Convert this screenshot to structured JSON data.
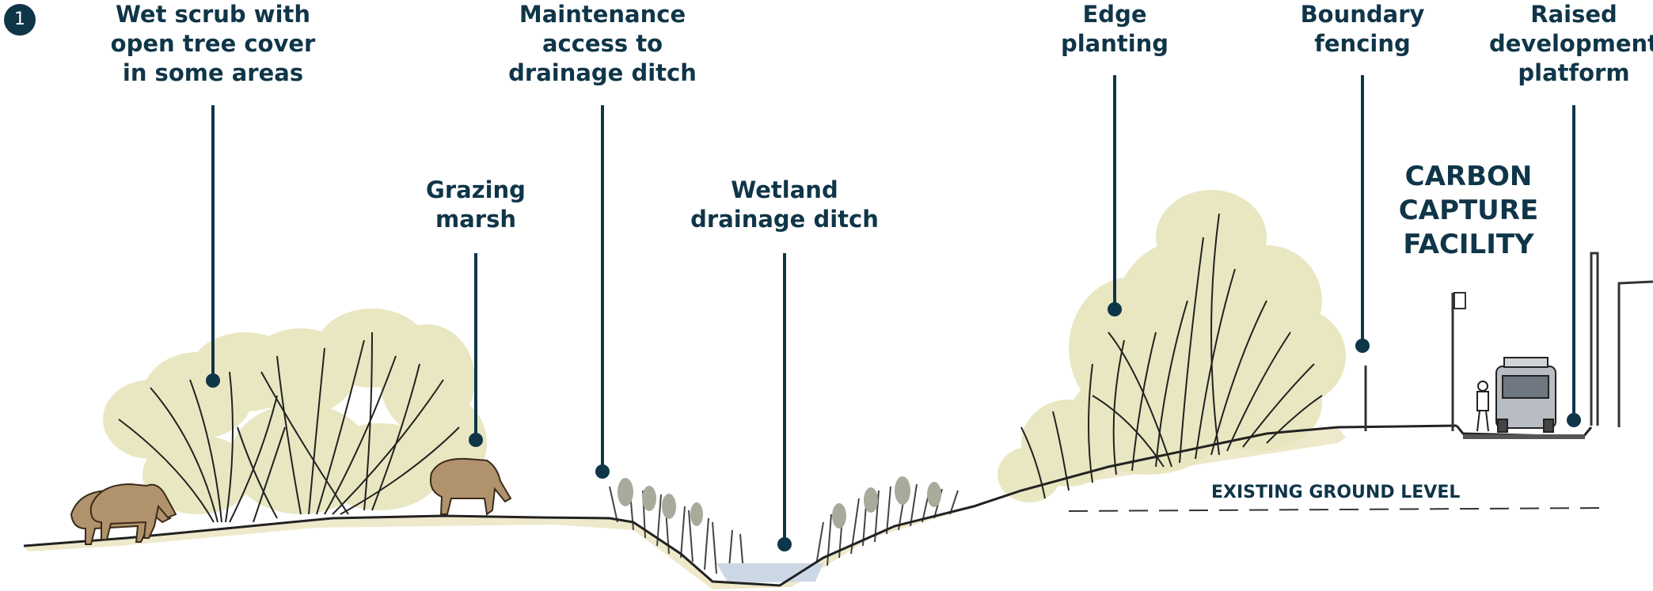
{
  "section_number": "1",
  "colors": {
    "navy": "#0f3548",
    "foliage": "#e8e6be",
    "horse": "#b0936c",
    "water": "#cdd8e6",
    "reeds": "#a7ab9c",
    "ground": "#efe9cc"
  },
  "labels": {
    "wet_scrub": [
      "Wet scrub with",
      "open tree cover",
      "in some areas"
    ],
    "grazing_marsh": [
      "Grazing",
      "marsh"
    ],
    "maintenance_access": [
      "Maintenance",
      "access to",
      "drainage ditch"
    ],
    "wetland_ditch": [
      "Wetland",
      "drainage ditch"
    ],
    "edge_planting": [
      "Edge",
      "planting"
    ],
    "boundary_fencing": [
      "Boundary",
      "fencing"
    ],
    "raised_platform": [
      "Raised",
      "development",
      "platform"
    ]
  },
  "facility_title": [
    "CARBON",
    "CAPTURE",
    "FACILITY"
  ],
  "existing_ground_level": "EXISTING GROUND LEVEL",
  "icons": [
    "horse-icon",
    "horse-icon",
    "horse-icon",
    "van-icon",
    "person-icon",
    "flag-icon"
  ]
}
